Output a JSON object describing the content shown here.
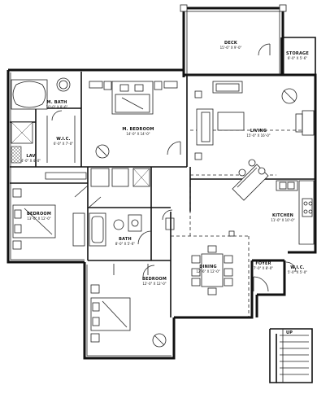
{
  "rooms": {
    "deck": {
      "label": "DECK",
      "dim": "15'-6\" X 9'-0\""
    },
    "storage": {
      "label": "STORAGE",
      "dim": "6'-0\" X 5'-6\""
    },
    "master_bath": {
      "label": "M. BATH",
      "dim": "10'-0\" X 8'-6\""
    },
    "master_bedroom": {
      "label": "M. BEDROOM",
      "dim": "14'-0\" X 14'-0\""
    },
    "walk_in_closet_1": {
      "label": "W.I.C.",
      "dim": "6'-0\" X 7'-0\""
    },
    "lav": {
      "label": "LAV",
      "dim": "4'-0\" X 4'-0\""
    },
    "living": {
      "label": "LIVING",
      "dim": "15'-0\" X 16'-0\""
    },
    "bedroom_1": {
      "label": "BEDROOM",
      "dim": "13'-0\" X 12'-0\""
    },
    "kitchen": {
      "label": "KITCHEN",
      "dim": "11'-0\" X 10'-0\""
    },
    "bath": {
      "label": "BATH",
      "dim": "8'-0\" X 5'-6\""
    },
    "dining": {
      "label": "DINING",
      "dim": "12'-6\" X 12'-0\""
    },
    "foyer": {
      "label": "FOYER",
      "dim": "7'-0\" X 8'-0\""
    },
    "walk_in_closet_2": {
      "label": "W.I.C.",
      "dim": "5'-0\" X 5'-0\""
    },
    "bedroom_2": {
      "label": "BEDROOM",
      "dim": "12'-0\" X 12'-0\""
    }
  },
  "stair": {
    "label": "UP"
  }
}
